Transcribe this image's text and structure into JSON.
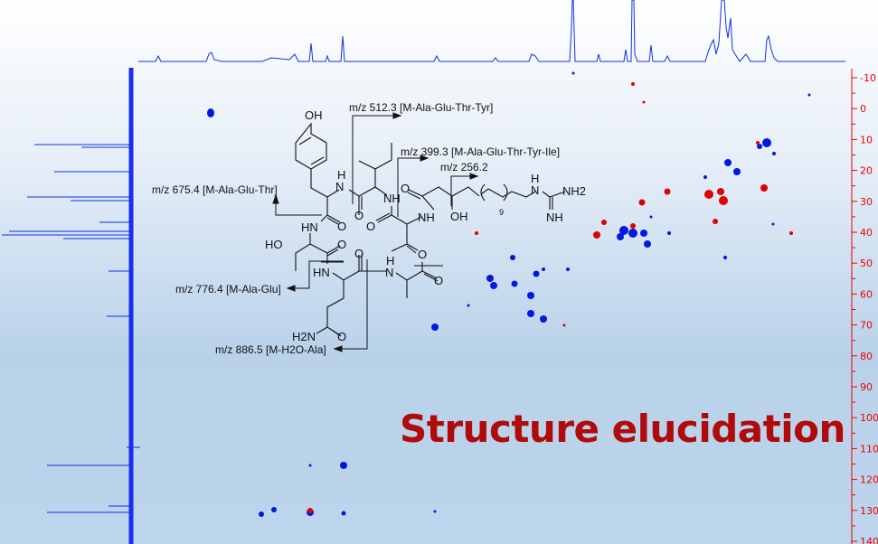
{
  "title": "Structure elucidation",
  "axis": {
    "ticks": [
      "-10",
      "0",
      "10",
      "20",
      "30",
      "40",
      "50",
      "60",
      "70",
      "80",
      "90",
      "100",
      "110",
      "120",
      "130",
      "140"
    ]
  },
  "fragments": {
    "f512": "m/z 512.3 [M-Ala-Glu-Thr-Tyr]",
    "f399": "m/z 399.3 [M-Ala-Glu-Thr-Tyr-Ile]",
    "f256": "m/z 256.2",
    "f675": "m/z 675.4 [M-Ala-Glu-Thr]",
    "f776": "m/z 776.4 [M-Ala-Glu]",
    "f886": "m/z 886.5 [M-H2O-Ala]"
  },
  "atoms": {
    "oh": "OH",
    "nh": "NH",
    "h": "H",
    "hn": "HN",
    "o": "O",
    "ho": "HO",
    "nh2": "NH2",
    "h2n": "H2N",
    "n": "N",
    "nine": "9"
  },
  "colors": {
    "positive": "#0000e0",
    "negative": "#e00000",
    "axis": "#e00000",
    "title": "#b00a0a"
  }
}
